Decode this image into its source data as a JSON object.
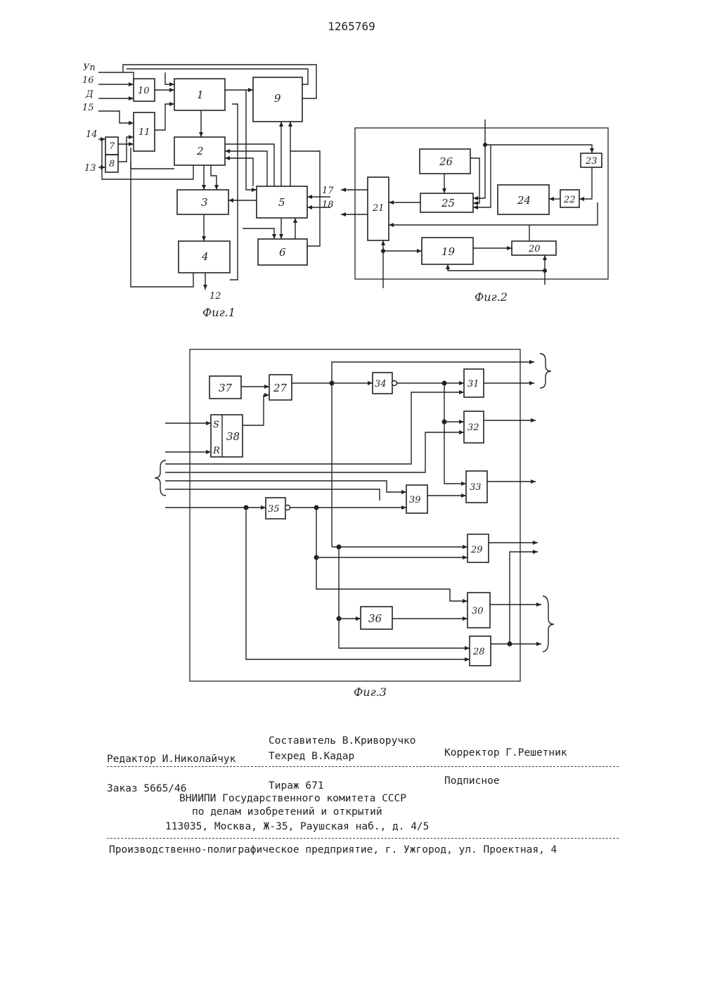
{
  "patent_number": "1265769",
  "fig1": {
    "caption": "Фиг.1",
    "blocks": [
      "1",
      "2",
      "3",
      "4",
      "5",
      "6",
      "7",
      "8",
      "9",
      "10",
      "11"
    ],
    "inputs": {
      "up": "Уп",
      "n16": "16",
      "d": "Д",
      "n15": "15",
      "n14": "14",
      "n13": "13",
      "n17": "17",
      "n18": "18"
    },
    "output": "12"
  },
  "fig2": {
    "caption": "Фиг.2",
    "blocks": [
      "19",
      "20",
      "21",
      "22",
      "23",
      "24",
      "25",
      "26"
    ]
  },
  "fig3": {
    "caption": "Фиг.3",
    "blocks": [
      "27",
      "28",
      "29",
      "30",
      "31",
      "32",
      "33",
      "34",
      "35",
      "36",
      "37",
      "38",
      "39"
    ],
    "trigger_s": "S",
    "trigger_r": "R"
  },
  "imprint": {
    "compiler": "Составитель В.Криворучко",
    "editor": "Редактор И.Николайчук",
    "techred": "Техред В.Кадар",
    "corrector": "Корректор Г.Решетник",
    "order": "Заказ 5665/46",
    "circulation": "Тираж 671",
    "subscription": "Подписное",
    "org1": "ВНИИПИ Государственного комитета СССР",
    "org2": "по делам изобретений и открытий",
    "address": "113035, Москва, Ж-35, Раушская наб., д. 4/5",
    "printer": "Производственно-полиграфическое предприятие, г. Ужгород, ул. Проектная, 4"
  }
}
